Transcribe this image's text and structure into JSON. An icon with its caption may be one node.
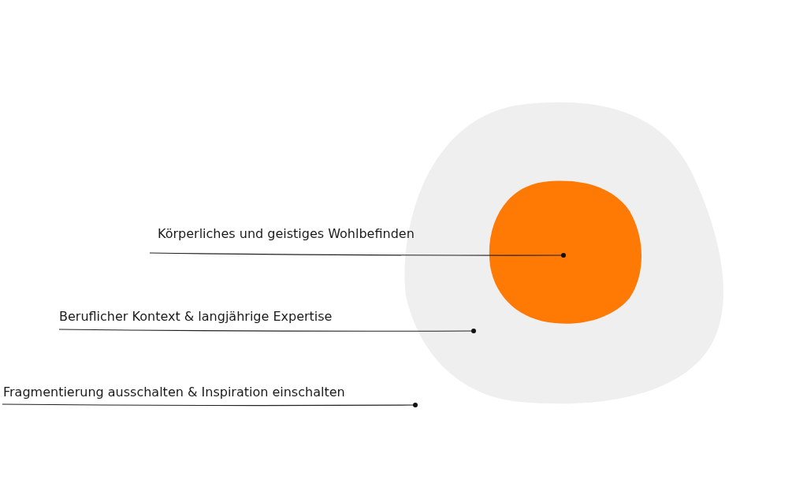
{
  "diagram": {
    "nodes": [
      {
        "text": [],
        "shape": "circle"
      },
      {
        "text": [],
        "shape": "circle",
        "in": 0
      },
      {
        "text": [
          "Körperliches und geistiges Wohlbefinden"
        ]
      },
      {
        "text": [
          "Beruflicher Kontext & langjährige Expertise"
        ]
      },
      {
        "text": [
          "Fragmentierung ausschalten & Inspiration einschalten"
        ]
      }
    ],
    "edges": [
      {
        "from": 2,
        "to": 1,
        "arrow": "other"
      },
      {
        "from": 3,
        "to": 0,
        "arrow": "other"
      },
      {
        "from": 4,
        "to": null,
        "arrow": "other"
      }
    ]
  }
}
